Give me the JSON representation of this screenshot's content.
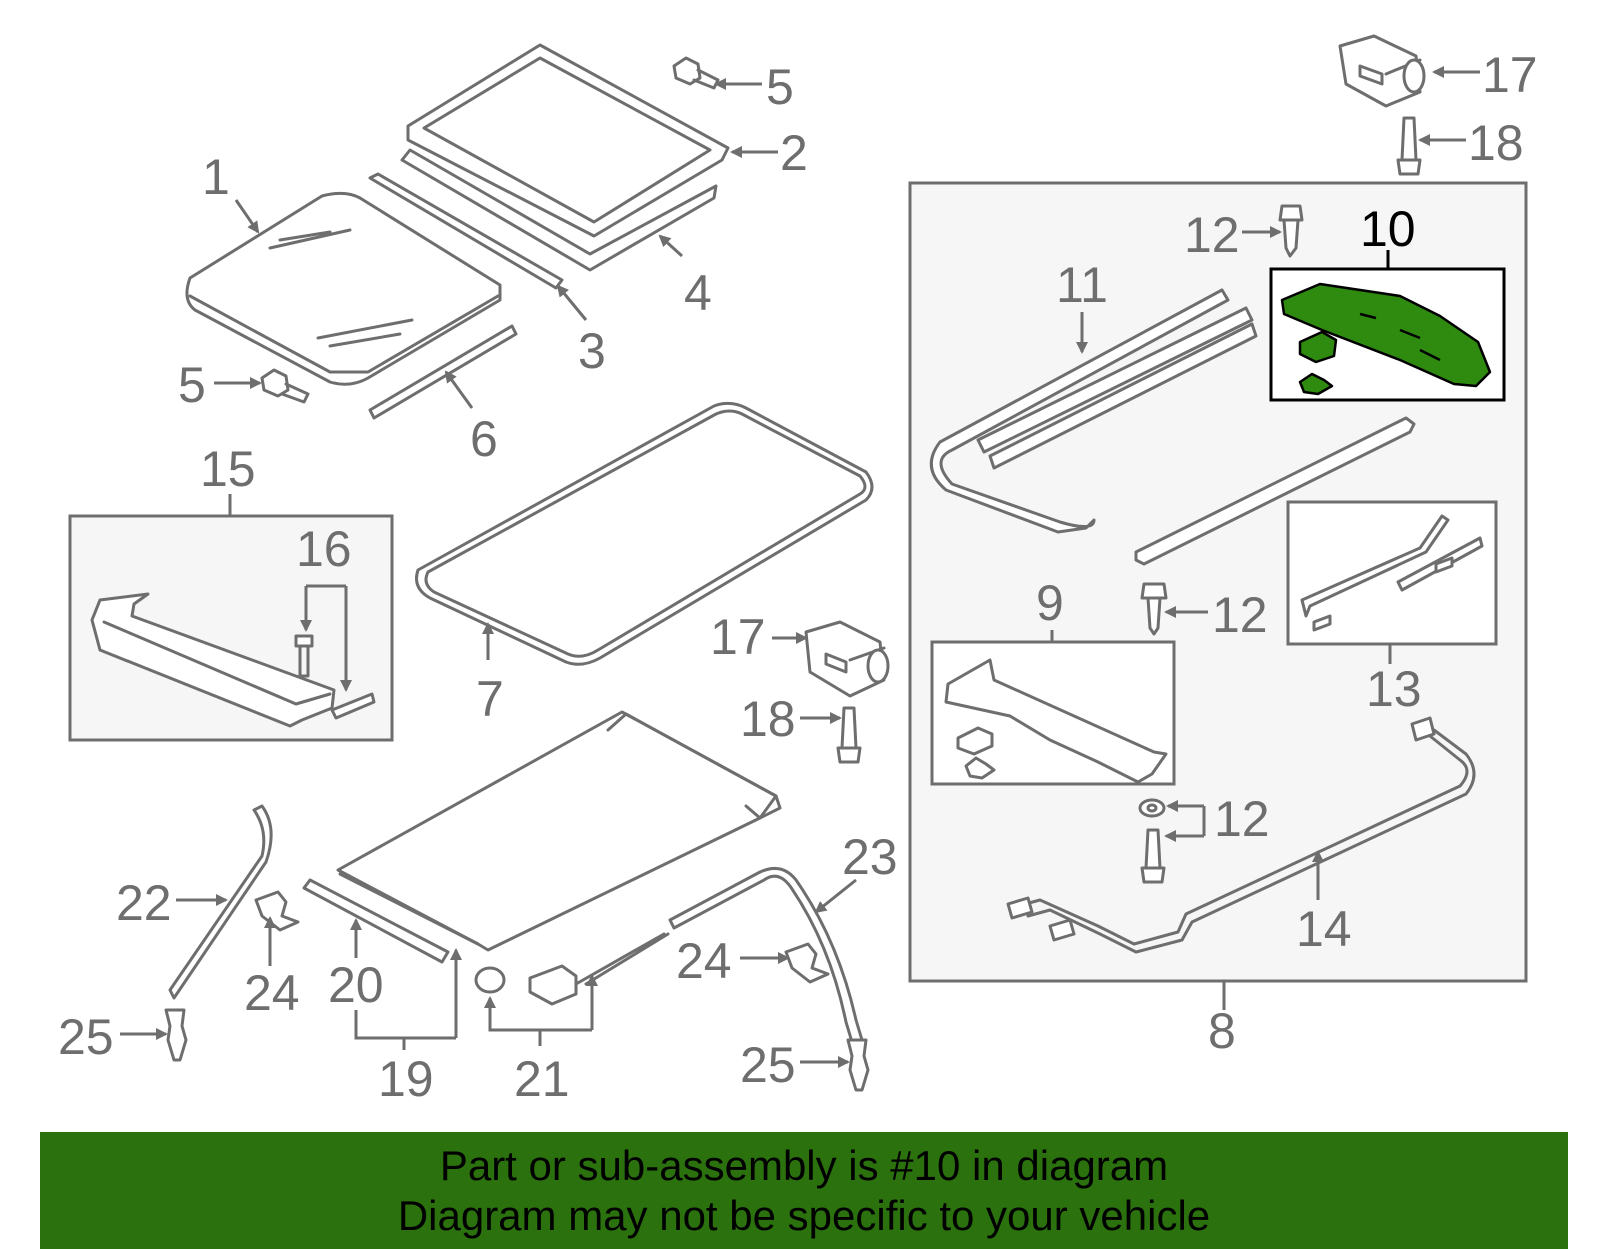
{
  "callouts": {
    "c1": "1",
    "c2": "2",
    "c3": "3",
    "c4": "4",
    "c5a": "5",
    "c5b": "5",
    "c6": "6",
    "c7": "7",
    "c8": "8",
    "c9": "9",
    "c10": "10",
    "c11": "11",
    "c12a": "12",
    "c12b": "12",
    "c12c": "12",
    "c13": "13",
    "c14": "14",
    "c15": "15",
    "c16": "16",
    "c17a": "17",
    "c17b": "17",
    "c18a": "18",
    "c18b": "18",
    "c19": "19",
    "c20": "20",
    "c21": "21",
    "c22": "22",
    "c23": "23",
    "c24a": "24",
    "c24b": "24",
    "c25a": "25",
    "c25b": "25"
  },
  "highlight_part": "10",
  "colors": {
    "line": "#6e6e6e",
    "highlight": "#2f8b10",
    "panel": "#f6f6f6",
    "banner": "#2b720e"
  },
  "banner": {
    "line1": "Part or sub-assembly is #10 in diagram",
    "line2": "Diagram may not be specific to your vehicle"
  }
}
